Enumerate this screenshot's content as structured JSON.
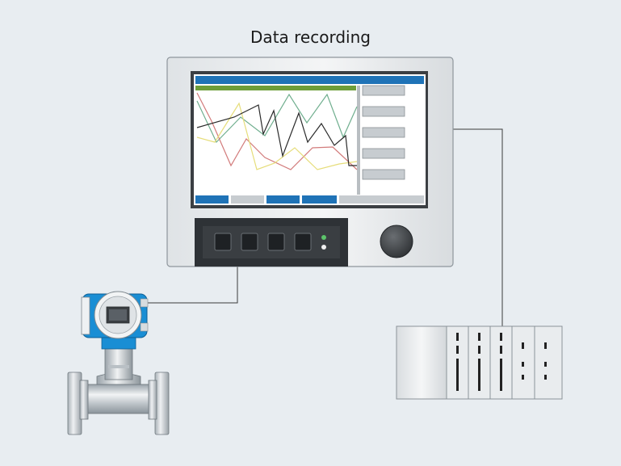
{
  "diagram": {
    "title": "Data recording",
    "colors": {
      "background": "#e8edf1",
      "screen_bar": "#1f73b7",
      "screen_accent": "#6e9e3a",
      "trend_black": "#2a2a2a",
      "trend_green": "#6fae8e",
      "trend_red": "#d27b7b",
      "trend_yellow": "#e6dd7a",
      "led_green": "#5cc46a",
      "transmitter_blue": "#1a8ed4"
    },
    "components": [
      {
        "name": "data-recorder",
        "icon": "paperless-recorder-icon"
      },
      {
        "name": "flowmeter",
        "icon": "flow-transmitter-icon"
      },
      {
        "name": "plc-rack",
        "icon": "control-system-icon"
      }
    ]
  }
}
